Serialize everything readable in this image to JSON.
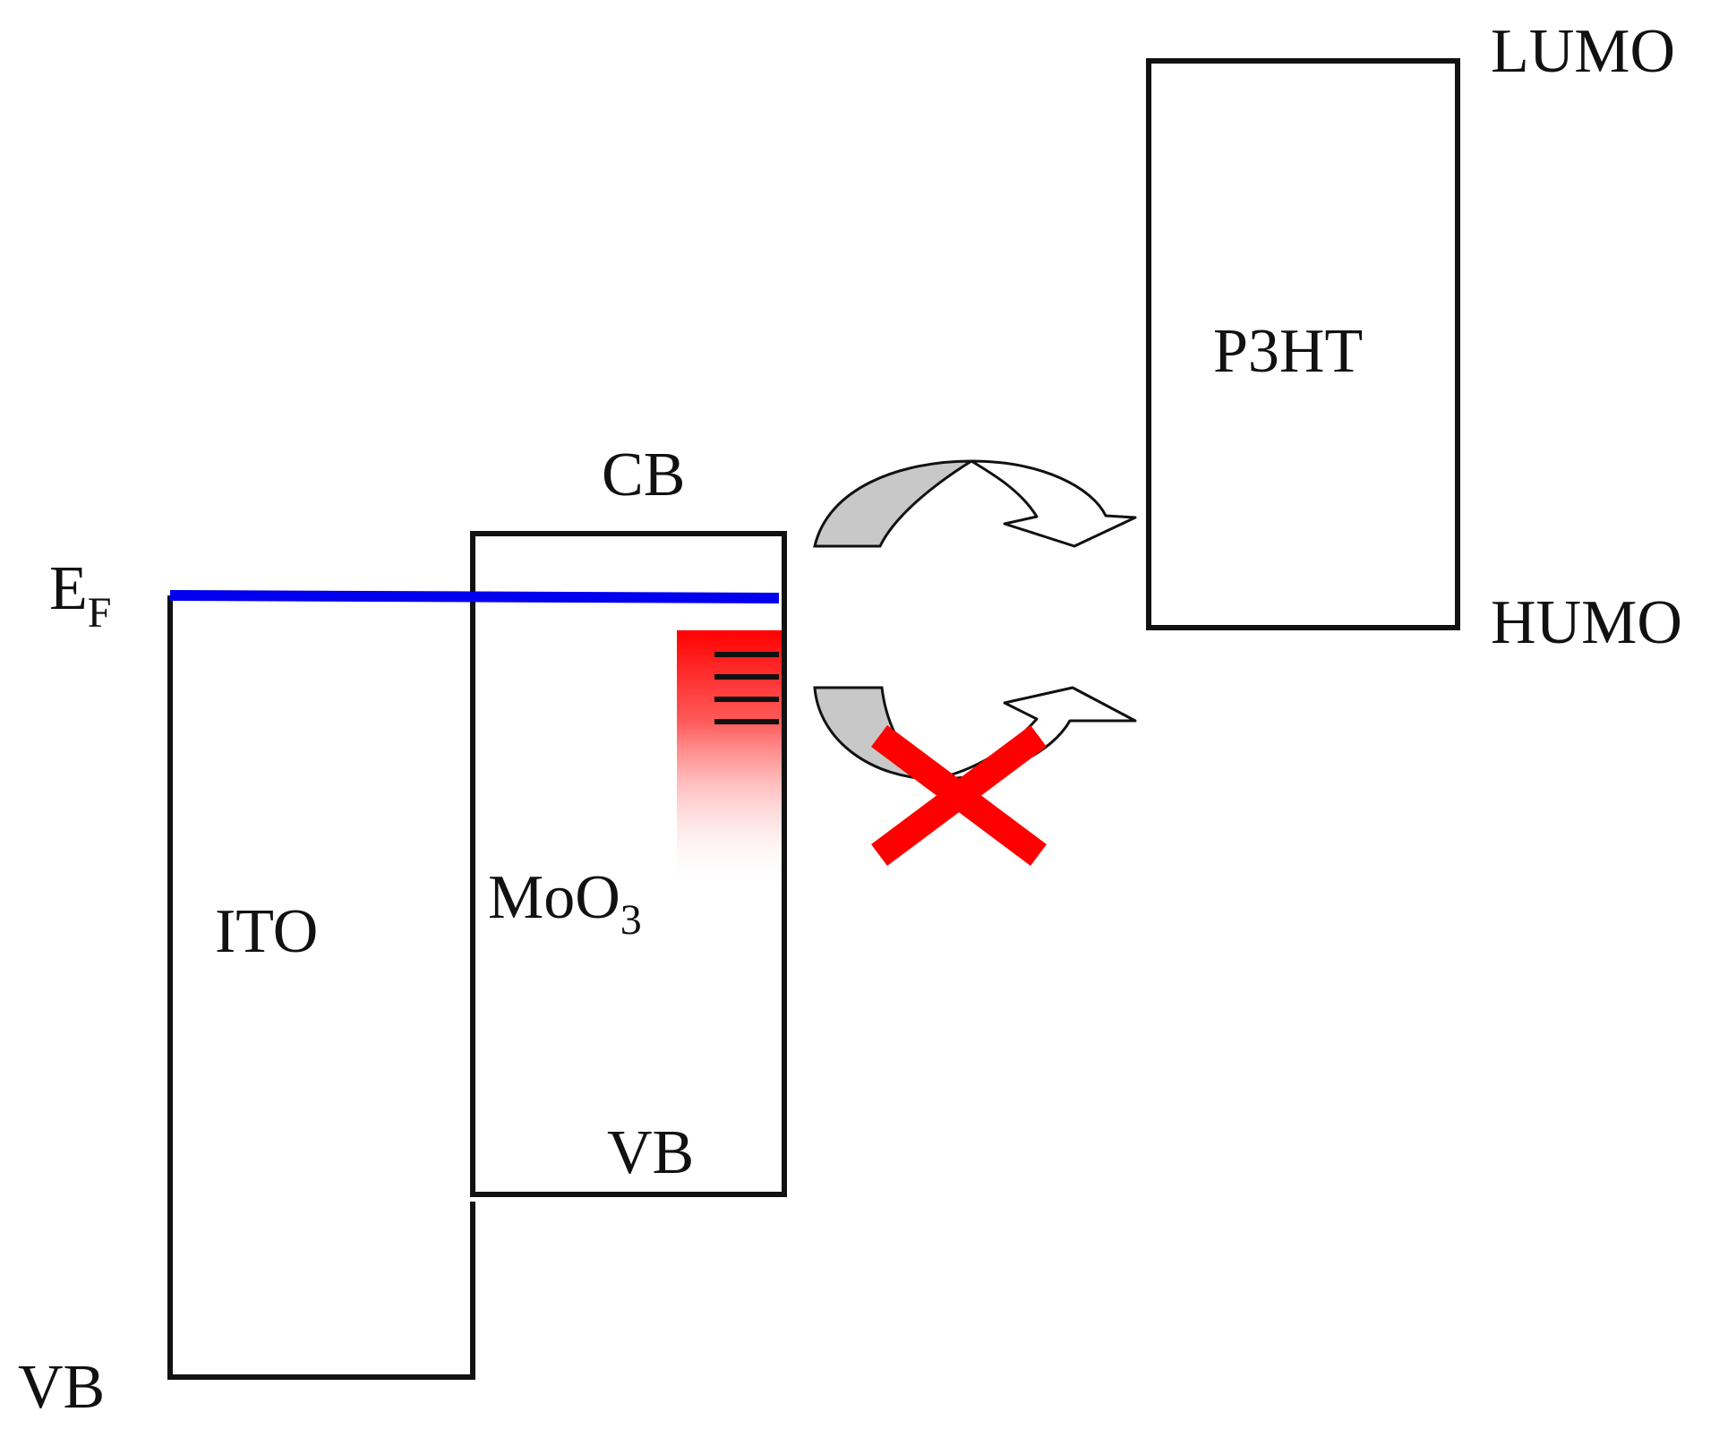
{
  "labels": {
    "lumo": "LUMO",
    "homo": "HUMO",
    "p3ht": "P3HT",
    "cb": "CB",
    "ef_main": "E",
    "ef_sub": "F",
    "mo": "MoO",
    "mo_sub": "3",
    "ito": "ITO",
    "vb_moo3": "VB",
    "vb_ito": "VB"
  },
  "colors": {
    "fermi_level": "#0000ee",
    "gap_states": "#ff0000",
    "blocked_mark": "#ff0000",
    "arrow_fill": "#c8c8c8",
    "outline": "#111111"
  },
  "icons": {
    "transfer_arrow_top": "curved-arrow-icon",
    "transfer_arrow_bottom": "curved-arrow-icon",
    "blocked_mark": "red-x-icon"
  },
  "gap_state_line_count": 4
}
